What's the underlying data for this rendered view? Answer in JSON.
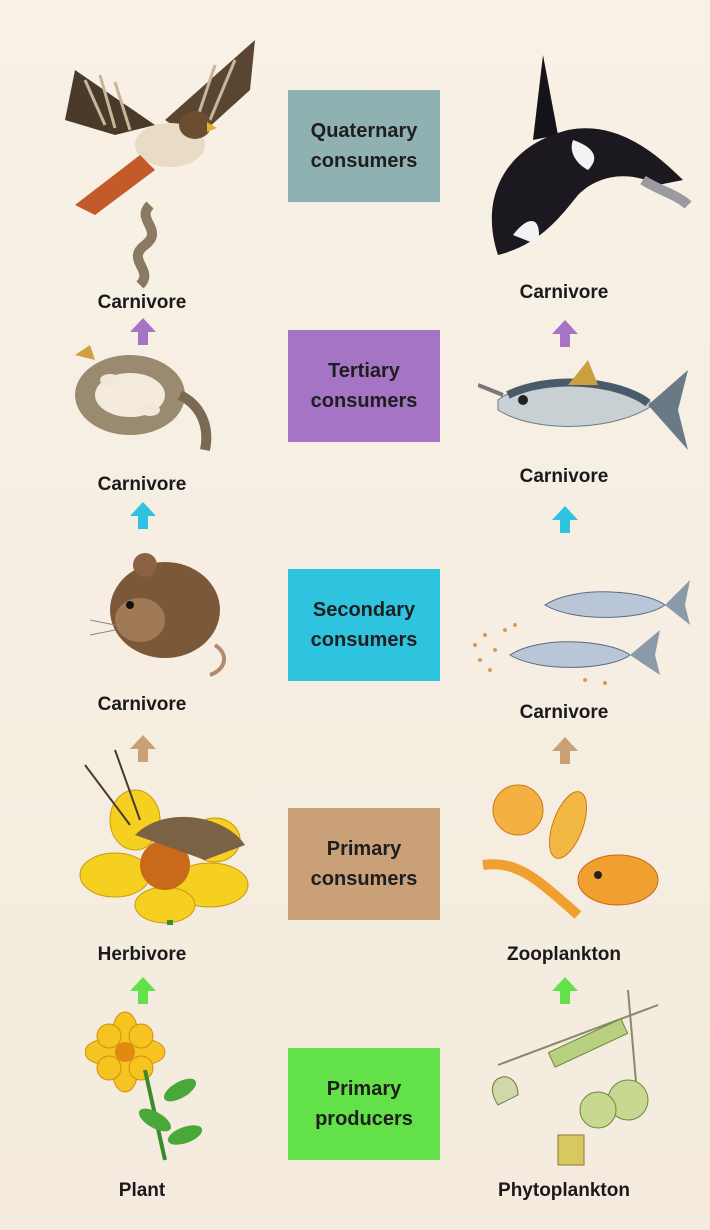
{
  "levels": {
    "quaternary": {
      "text": "Quaternary\nconsumers",
      "color": "#8fb1b2"
    },
    "tertiary": {
      "text": "Tertiary\nconsumers",
      "color": "#a574c4"
    },
    "secondary": {
      "text": "Secondary\nconsumers",
      "color": "#2ec3df"
    },
    "primary_consumers": {
      "text": "Primary\nconsumers",
      "color": "#c9a078"
    },
    "primary_producers": {
      "text": "Primary\nproducers",
      "color": "#62e148"
    }
  },
  "land": {
    "quaternary_label": "Carnivore",
    "tertiary_label": "Carnivore",
    "secondary_label": "Carnivore",
    "primary_label": "Herbivore",
    "producer_label": "Plant"
  },
  "sea": {
    "quaternary_label": "Carnivore",
    "tertiary_label": "Carnivore",
    "secondary_label": "Carnivore",
    "primary_label": "Zooplankton",
    "producer_label": "Phytoplankton"
  },
  "arrow_colors": {
    "purple": "#a574c4",
    "cyan": "#2ec3df",
    "tan": "#c9a078",
    "green": "#62e148"
  }
}
